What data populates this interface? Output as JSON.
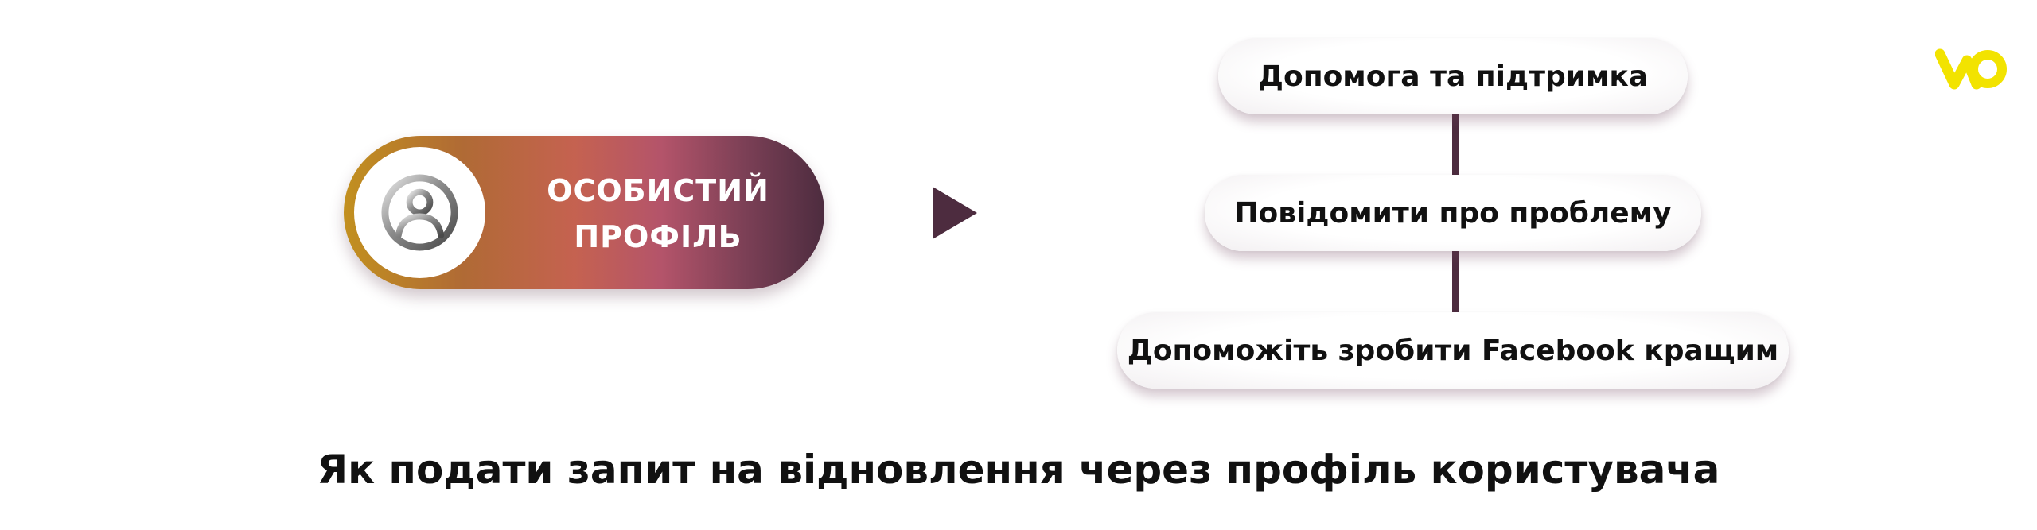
{
  "logo": {
    "icon": "brand-logo-icon",
    "color": "#f2e300"
  },
  "profile": {
    "line1": "ОСОБИСТИЙ",
    "line2": "ПРОФІЛЬ",
    "icon": "user-profile-icon",
    "gradient_colors": [
      "#c2901f",
      "#c56250",
      "#b4546a",
      "#4d2c3f"
    ]
  },
  "arrow": {
    "icon": "play-arrow-icon",
    "color": "#4d2c3f"
  },
  "menu": {
    "items": [
      {
        "label": "Допомога та підтримка"
      },
      {
        "label": "Повідомити про проблему"
      },
      {
        "label": "Допоможіть зробити Facebook кращим"
      }
    ],
    "connector_color": "#4d2c3f"
  },
  "caption": "Як подати запит на відновлення через профіль користувача"
}
